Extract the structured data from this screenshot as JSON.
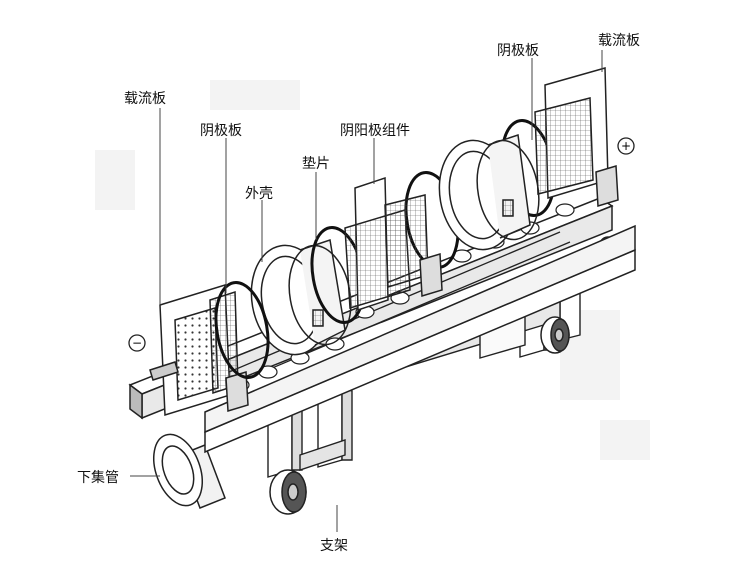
{
  "labels": {
    "carrier_plate_left": "载流板",
    "cathode_plate_left": "阴极板",
    "shell": "外壳",
    "gasket": "垫片",
    "anode_cathode_assembly": "阴阳极组件",
    "cathode_plate_right": "阴极板",
    "carrier_plate_right": "载流板",
    "lower_header": "下集管",
    "support_frame": "支架"
  },
  "terminals": {
    "negative": "−",
    "positive": "+"
  }
}
